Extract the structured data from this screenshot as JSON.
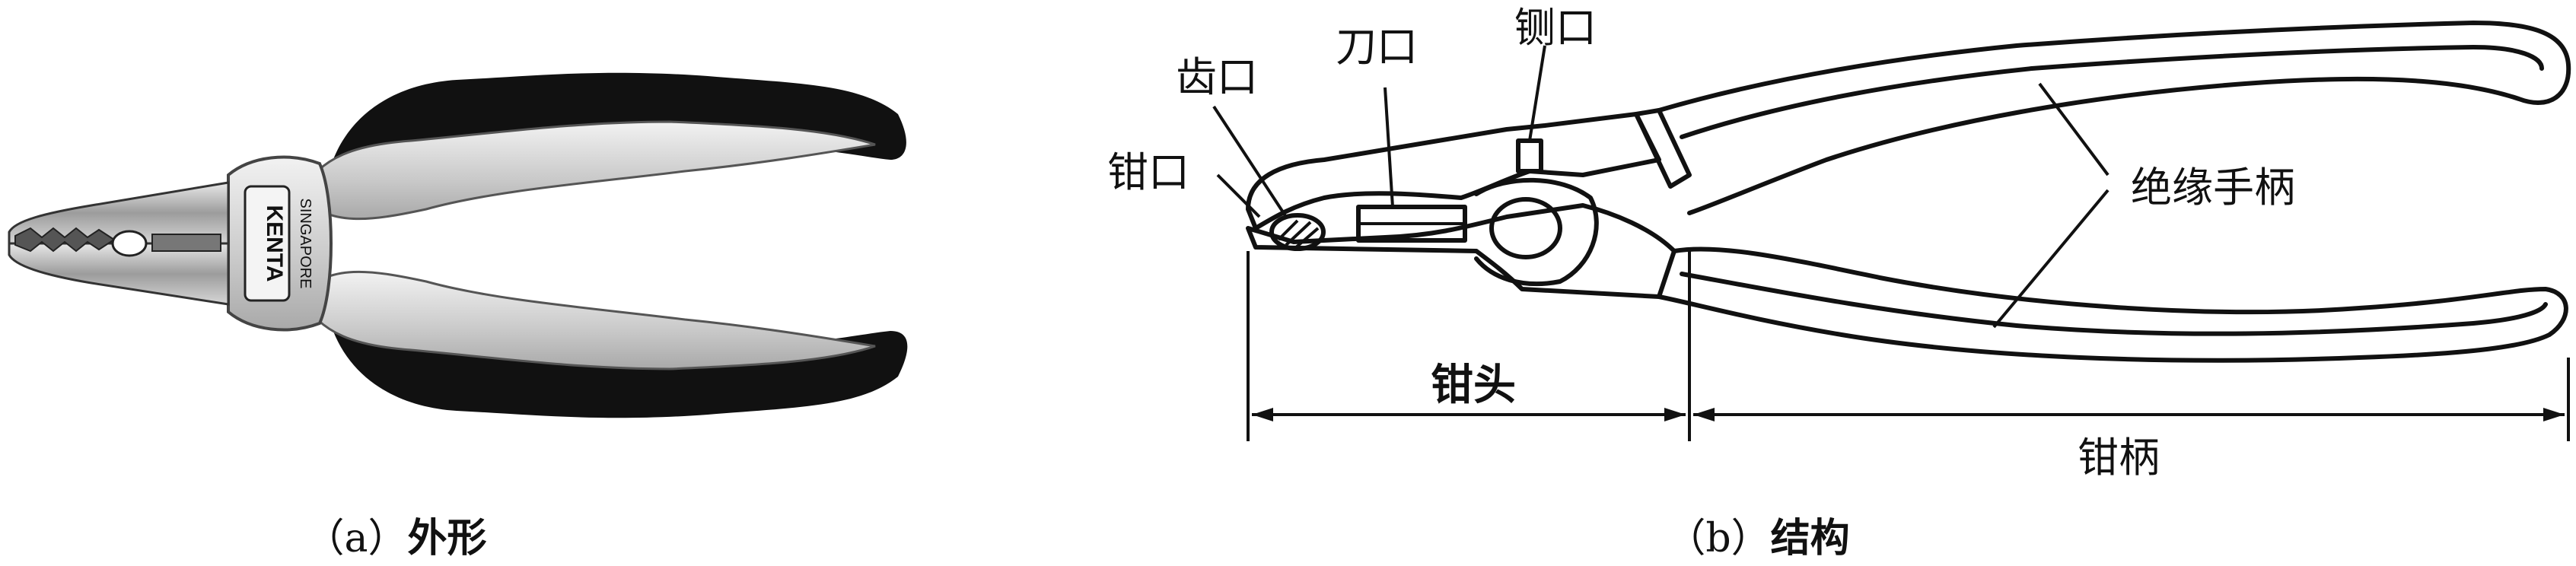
{
  "photo": {
    "brand": "KENTA",
    "brand_sub": "SINGAPORE",
    "caption_prefix": "（a）",
    "caption_title": "外形"
  },
  "diagram": {
    "labels": {
      "jaw_mouth": "钳口",
      "tooth_mouth": "齿口",
      "blade_mouth": "刀口",
      "guillotine_mouth": "铡口",
      "insulated_handle": "绝缘手柄",
      "plier_head": "钳头",
      "plier_handle": "钳柄"
    },
    "caption_prefix": "（b）",
    "caption_title": "结构"
  },
  "colors": {
    "handle_black": "#111111",
    "handle_gray": "#cfcfcf",
    "steel": "#bdbdbd",
    "line": "#111111"
  }
}
